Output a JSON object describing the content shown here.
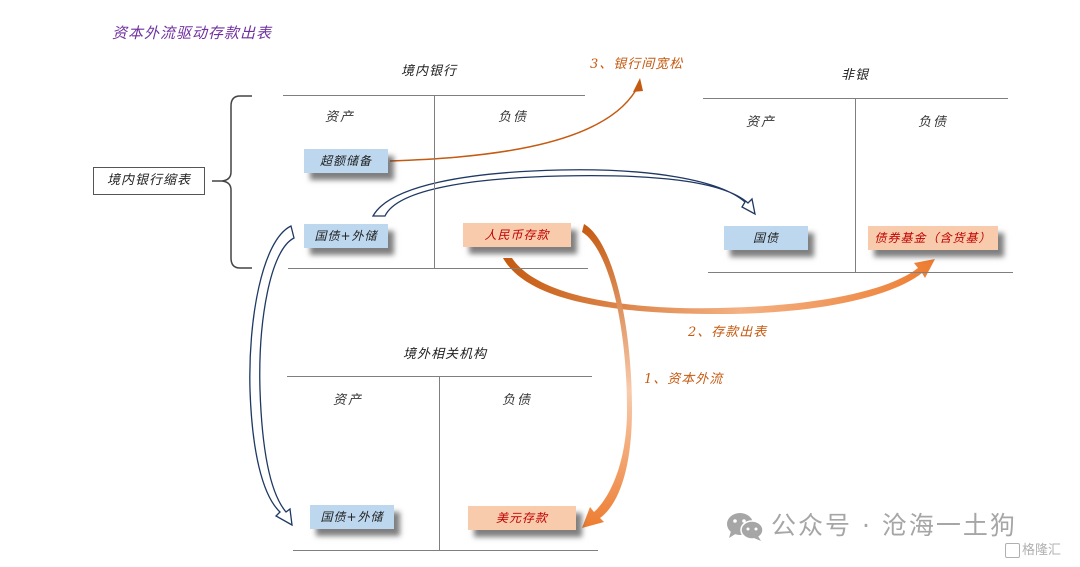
{
  "title": "资本外流驱动存款出表",
  "summary_label": "境内银行缩表",
  "ledgers": {
    "domestic_bank": {
      "title": "境内银行",
      "asset_label": "资产",
      "liability_label": "负债",
      "assets": [
        "超额储备",
        "国债+外储"
      ],
      "liabilities": [
        "人民币存款"
      ]
    },
    "non_bank": {
      "title": "非银",
      "asset_label": "资产",
      "liability_label": "负债",
      "assets": [
        "国债"
      ],
      "liabilities": [
        "债券基金（含货基）"
      ]
    },
    "offshore": {
      "title": "境外相关机构",
      "asset_label": "资产",
      "liability_label": "负债",
      "assets": [
        "国债+外储"
      ],
      "liabilities": [
        "美元存款"
      ]
    }
  },
  "flows": [
    {
      "label": "1、资本外流",
      "from": "人民币存款",
      "to": "美元存款"
    },
    {
      "label": "2、存款出表",
      "from": "人民币存款",
      "to": "债券基金（含货基）"
    },
    {
      "label": "3、银行间宽松",
      "from": "超额储备",
      "to": ""
    }
  ],
  "colors": {
    "title": "#7030a0",
    "asset_box": "#bdd7ee",
    "liability_box": "#f8cbad",
    "liability_text": "#c00000",
    "flow_orange": "#c55a11",
    "arrow_navy": "#1f3864"
  },
  "watermark": {
    "text": "公众号 · 沧海一土狗",
    "brand": "格隆汇"
  }
}
